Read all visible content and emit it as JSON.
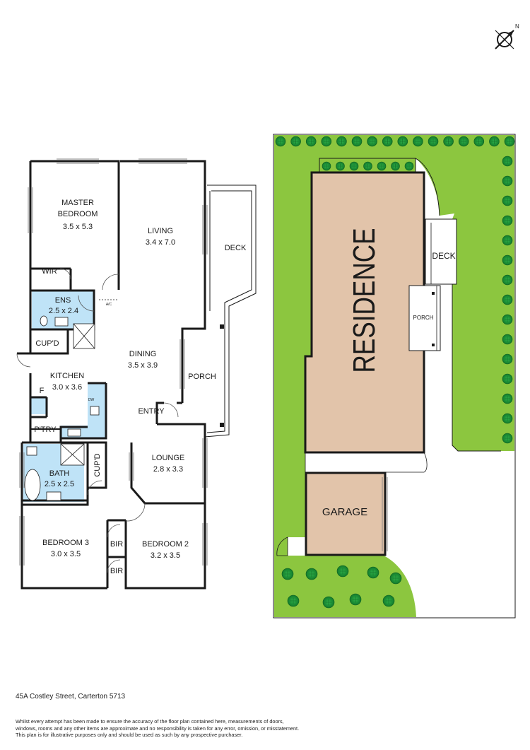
{
  "compass": {
    "north_label": "N"
  },
  "floor_plan": {
    "rooms": {
      "master_bedroom": {
        "name_line1": "MASTER",
        "name_line2": "BEDROOM",
        "size": "3.5 x 5.3"
      },
      "living": {
        "name": "LIVING",
        "size": "3.4 x 7.0"
      },
      "deck": {
        "name": "DECK"
      },
      "wir": {
        "name": "WIR"
      },
      "ens": {
        "name": "ENS",
        "size": "2.5 x 2.4"
      },
      "ac": {
        "name": "A/C"
      },
      "cupd_top": {
        "name": "CUP'D"
      },
      "dining": {
        "name": "DINING",
        "size": "3.5 x 3.9"
      },
      "kitchen": {
        "name": "KITCHEN",
        "size": "3.0 x 3.6"
      },
      "fridge": {
        "name": "F"
      },
      "dishwasher": {
        "name": "DW"
      },
      "porch": {
        "name": "PORCH"
      },
      "entry": {
        "name": "ENTRY"
      },
      "pantry": {
        "name": "P'TRY"
      },
      "bath": {
        "name": "BATH",
        "size": "2.5 x 2.5"
      },
      "cupd_bath": {
        "name": "CUP'D"
      },
      "lounge": {
        "name": "LOUNGE",
        "size": "2.8 x 3.3"
      },
      "bedroom3": {
        "name": "BEDROOM 3",
        "size": "3.0 x 3.5"
      },
      "bir1": {
        "name": "BIR"
      },
      "bir2": {
        "name": "BIR"
      },
      "bedroom2": {
        "name": "BEDROOM 2",
        "size": "3.2 x 3.5"
      }
    }
  },
  "site_plan": {
    "residence_label": "RESIDENCE",
    "deck_label": "DECK",
    "porch_label": "PORCH",
    "garage_label": "GARAGE"
  },
  "colors": {
    "lawn": "#8cc63f",
    "building": "#e2c4aa",
    "wet_area": "#bfe3f7",
    "wall": "#1a1a1a",
    "tree": "#1e9e3a"
  },
  "footer": {
    "address": "45A Costley Street, Carterton 5713",
    "disclaimer_line1": "Whilst every attempt has been made to ensure the accuracy of the floor plan contained here, measurements of doors,",
    "disclaimer_line2": "windows, rooms and any other items are approximate and no responsibility is taken for any error, omission, or misstatement.",
    "disclaimer_line3": "This plan is for illustrative purposes only and should be used as such by any prospective purchaser."
  }
}
